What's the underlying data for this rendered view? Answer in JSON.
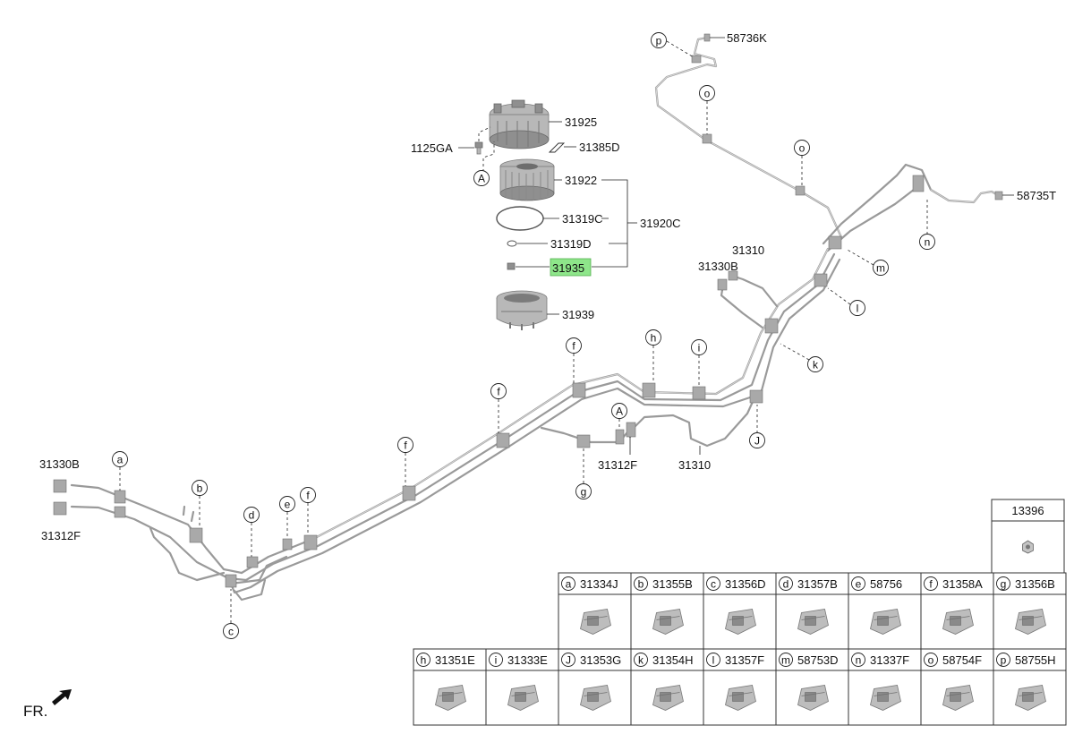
{
  "parts": {
    "p_58736K": "58736K",
    "p_31925": "31925",
    "p_1125GA": "1125GA",
    "p_31385D": "31385D",
    "p_31922": "31922",
    "p_31319C": "31319C",
    "p_31920C": "31920C",
    "p_31319D": "31319D",
    "p_31935": "31935",
    "p_31939": "31939",
    "p_58735T": "58735T",
    "p_31310_top": "31310",
    "p_31330B_top": "31330B",
    "p_31312F_mid": "31312F",
    "p_31310_mid": "31310",
    "p_31330B_left": "31330B",
    "p_31312F_left": "31312F",
    "fr": "FR."
  },
  "callouts": {
    "p": "p",
    "o1": "o",
    "o2": "o",
    "n": "n",
    "m": "m",
    "l": "l",
    "k": "k",
    "J": "J",
    "h": "h",
    "i": "i",
    "f1": "f",
    "f2": "f",
    "f3": "f",
    "f4": "f",
    "e": "e",
    "d": "d",
    "c": "c",
    "b": "b",
    "a": "a",
    "g": "g",
    "A1": "A",
    "A2": "A"
  },
  "table": {
    "top_cell": "13396",
    "row1": [
      {
        "letter": "a",
        "part": "31334J"
      },
      {
        "letter": "b",
        "part": "31355B"
      },
      {
        "letter": "c",
        "part": "31356D"
      },
      {
        "letter": "d",
        "part": "31357B"
      },
      {
        "letter": "e",
        "part": "58756"
      },
      {
        "letter": "f",
        "part": "31358A"
      },
      {
        "letter": "g",
        "part": "31356B"
      }
    ],
    "row2": [
      {
        "letter": "h",
        "part": "31351E"
      },
      {
        "letter": "i",
        "part": "31333E"
      },
      {
        "letter": "J",
        "part": "31353G"
      },
      {
        "letter": "k",
        "part": "31354H"
      },
      {
        "letter": "l",
        "part": "31357F"
      },
      {
        "letter": "m",
        "part": "58753D"
      },
      {
        "letter": "n",
        "part": "31337F"
      },
      {
        "letter": "o",
        "part": "58754F"
      },
      {
        "letter": "p",
        "part": "58755H"
      }
    ]
  },
  "colors": {
    "highlight": "#8ee68a",
    "tube": "#9a9a9a",
    "line": "#222222"
  }
}
